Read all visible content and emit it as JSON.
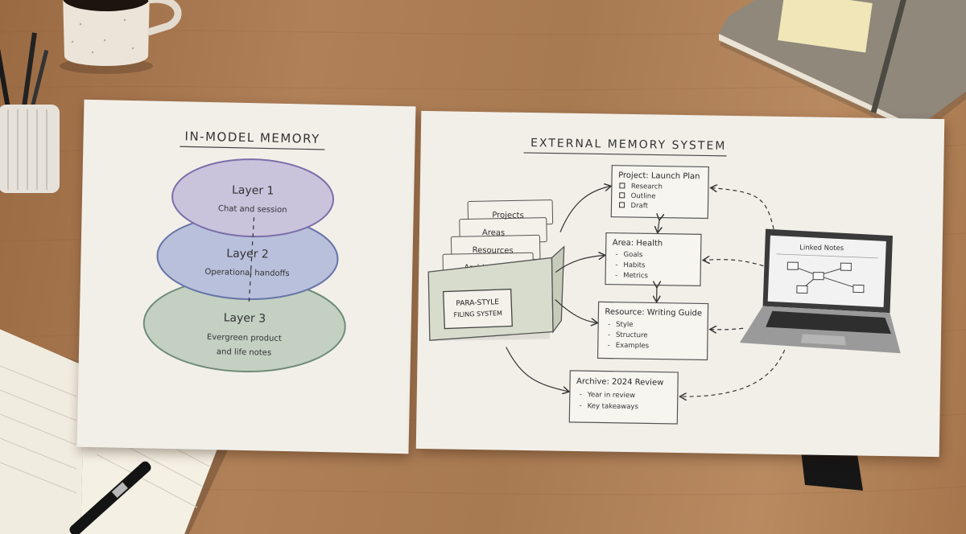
{
  "left_panel": {
    "title": "IN-MODEL MEMORY",
    "layers": [
      {
        "title": "Layer 1",
        "desc": [
          "Chat and session"
        ]
      },
      {
        "title": "Layer 2",
        "desc": [
          "Operational handoffs"
        ]
      },
      {
        "title": "Layer 3",
        "desc": [
          "Evergreen product",
          "and life notes"
        ]
      }
    ]
  },
  "right_panel": {
    "title": "EXTERNAL MEMORY SYSTEM",
    "filing_tabs": [
      "Projects",
      "Areas",
      "Resources",
      "Archives"
    ],
    "filing_label": [
      "PARA-STYLE",
      "FILING SYSTEM"
    ],
    "notes": [
      {
        "title": "Project: Launch Plan",
        "items": [
          "Research",
          "Outline",
          "Draft"
        ],
        "bullet": "checkbox"
      },
      {
        "title": "Area: Health",
        "items": [
          "Goals",
          "Habits",
          "Metrics"
        ],
        "bullet": "dash"
      },
      {
        "title": "Resource: Writing Guide",
        "items": [
          "Style",
          "Structure",
          "Examples"
        ],
        "bullet": "dash"
      },
      {
        "title": "Archive: 2024 Review",
        "items": [
          "Year in review",
          "Key takeaways"
        ],
        "bullet": "dash"
      }
    ],
    "laptop_screen_title": "Linked Notes"
  },
  "colors": {
    "layer1": "#c9c3dc",
    "layer2": "#b9c0db",
    "layer3": "#c3d0c2",
    "wood": "#a87a52",
    "paper": "#f2efe9"
  }
}
